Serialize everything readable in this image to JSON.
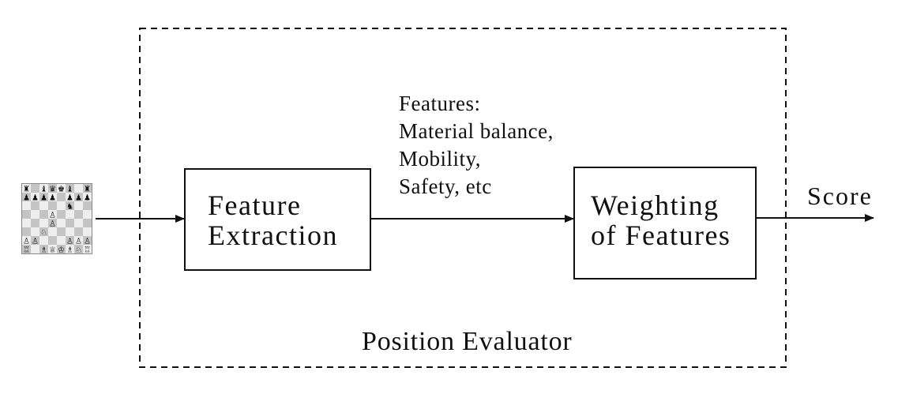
{
  "diagram": {
    "evaluator_label": "Position Evaluator",
    "feature_extraction": {
      "lines": [
        "Feature",
        "Extraction"
      ]
    },
    "weighting": {
      "lines": [
        "Weighting",
        "of Features"
      ]
    },
    "features_note": {
      "lines": [
        "Features:",
        "Material balance,",
        "Mobility,",
        "Safety, etc"
      ]
    },
    "output_label": "Score",
    "input_icon": "chess-board-icon",
    "board": {
      "ranks": [
        [
          "♜",
          "",
          "♝",
          "♛",
          "♚",
          "♝",
          "",
          "♜"
        ],
        [
          "♟",
          "♟",
          "♟",
          "♟",
          "",
          "♟",
          "♟",
          "♟"
        ],
        [
          "",
          "",
          "",
          "",
          "",
          "♞",
          "",
          ""
        ],
        [
          "",
          "",
          "",
          "♙",
          "",
          "",
          "",
          ""
        ],
        [
          "",
          "",
          "",
          "♙",
          "",
          "",
          "",
          ""
        ],
        [
          "",
          "",
          "♘",
          "",
          "",
          "",
          "",
          ""
        ],
        [
          "♙",
          "♙",
          "",
          "",
          "",
          "♙",
          "♙",
          "♙"
        ],
        [
          "♖",
          "",
          "♗",
          "♕",
          "♔",
          "♗",
          "♘",
          "♖"
        ]
      ],
      "light_color": "#eeeeee",
      "dark_color": "#c4c4c4",
      "border_color": "#8a8a8a"
    }
  }
}
